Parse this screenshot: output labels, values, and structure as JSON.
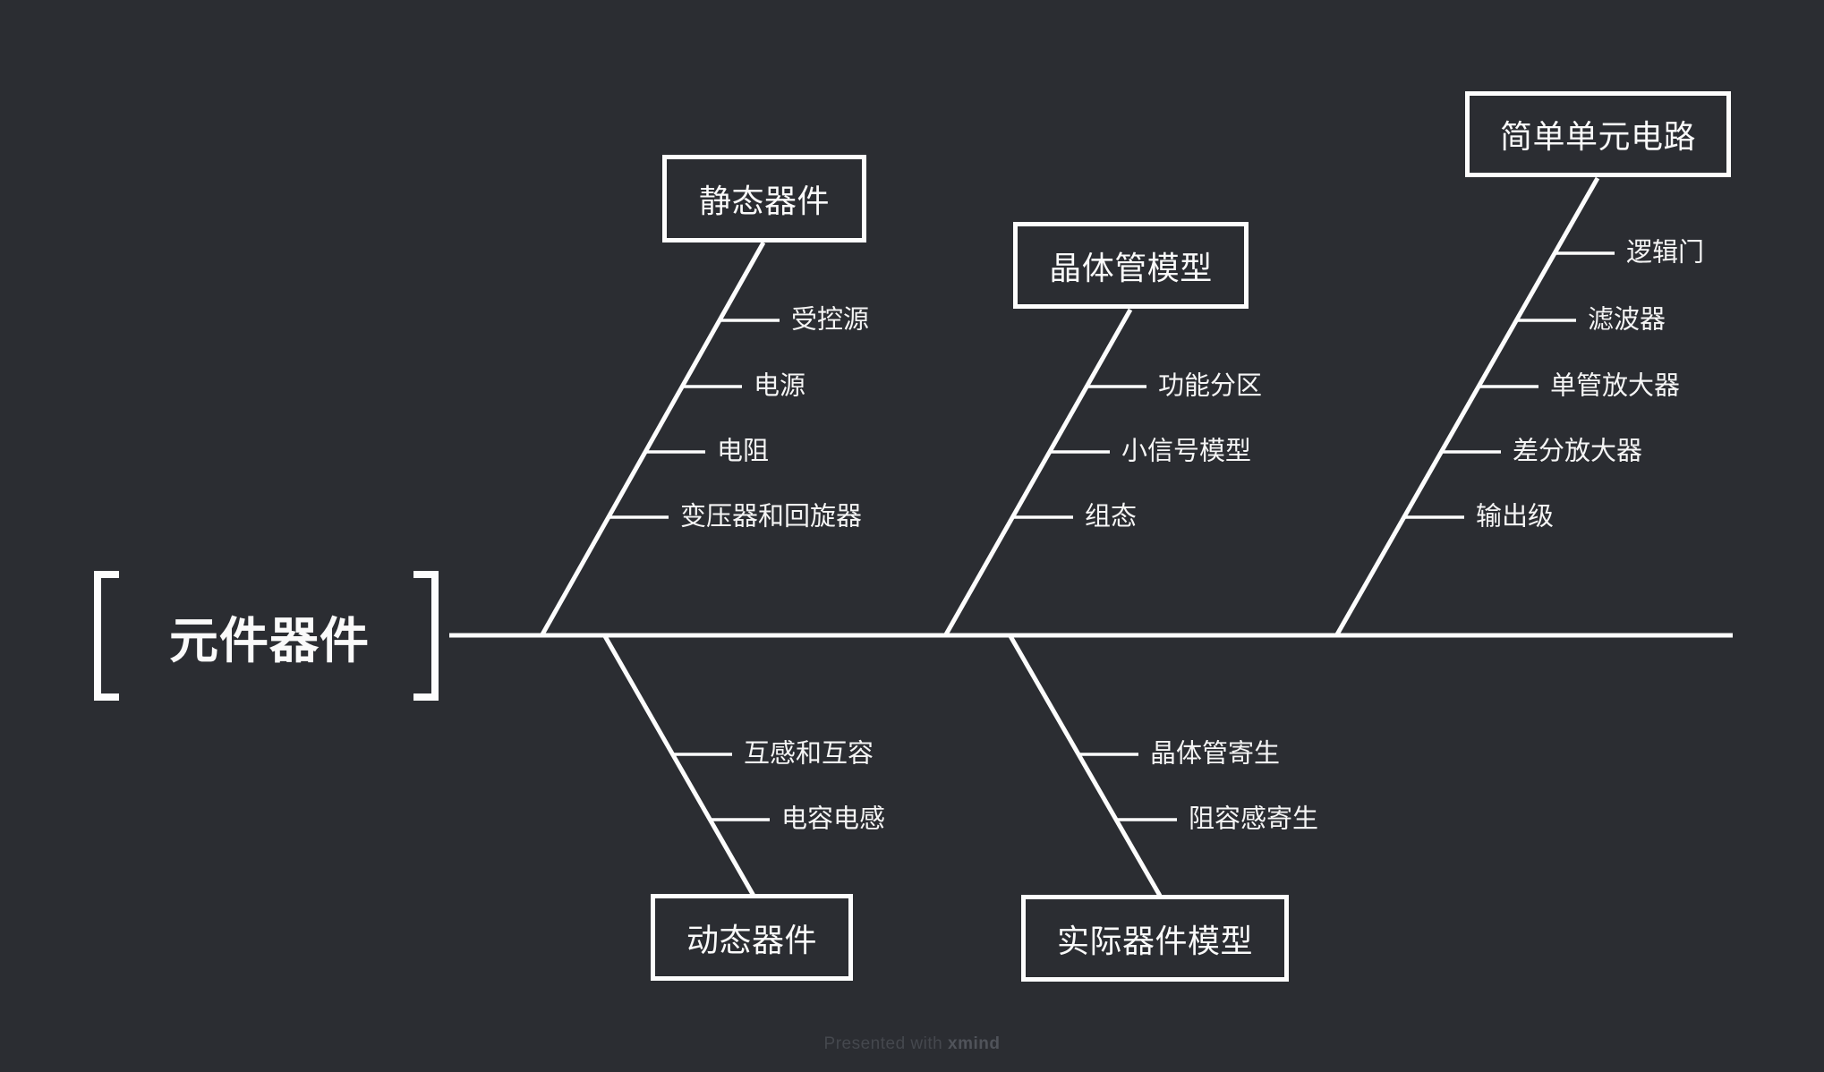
{
  "canvas": {
    "background_color": "#2b2d32",
    "line_color": "#fdfdfd",
    "text_color": "#ffffff"
  },
  "root": {
    "label": "元件器件"
  },
  "branches": [
    {
      "label": "静态器件",
      "side": "top",
      "items": [
        "受控源",
        "电源",
        "电阻",
        "变压器和回旋器"
      ]
    },
    {
      "label": "晶体管模型",
      "side": "top",
      "items": [
        "功能分区",
        "小信号模型",
        "组态"
      ]
    },
    {
      "label": "简单单元电路",
      "side": "top",
      "items": [
        "逻辑门",
        "滤波器",
        "单管放大器",
        "差分放大器",
        "输出级"
      ]
    },
    {
      "label": "动态器件",
      "side": "bottom",
      "items": [
        "互感和互容",
        "电容电感"
      ]
    },
    {
      "label": "实际器件模型",
      "side": "bottom",
      "items": [
        "晶体管寄生",
        "阻容感寄生"
      ]
    }
  ],
  "watermark": {
    "prefix": "Presented with",
    "brand": "xmind"
  }
}
